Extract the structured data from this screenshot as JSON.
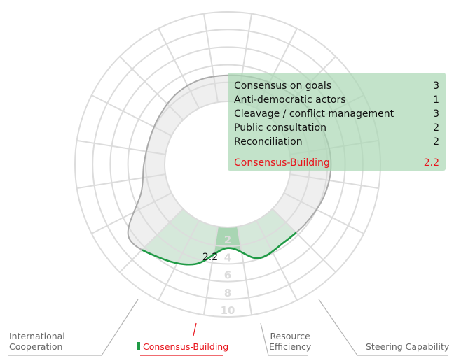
{
  "chart_data": {
    "type": "radial-area",
    "ring_ticks": [
      "2",
      "4",
      "6",
      "8",
      "10"
    ],
    "rlim": [
      0,
      10
    ],
    "highlighted_category": "Consensus-Building",
    "hover_value_label": "2.2",
    "sector_values": [
      3.6,
      3.9,
      2.2,
      4.6,
      5.8,
      6.6,
      3.0,
      2.2,
      2.0,
      2.2,
      2.6,
      2.8,
      2.8,
      3.0,
      3.3,
      3.8,
      4.2,
      4.4,
      4.2,
      3.8
    ],
    "highlighted_sectors": [
      0,
      1,
      2,
      3,
      4
    ],
    "hovered_sector": 2,
    "categories": [
      {
        "label_line1": "International",
        "label_line2": "Cooperation"
      },
      {
        "label": "Consensus-Building"
      },
      {
        "label_line1": "Resource",
        "label_line2": "Efficiency"
      },
      {
        "label": "Steering Capability"
      }
    ],
    "tooltip": {
      "rows": [
        {
          "name": "Consensus on goals",
          "value": "3"
        },
        {
          "name": "Anti-democratic actors",
          "value": "1"
        },
        {
          "name": "Cleavage / conflict management",
          "value": "3"
        },
        {
          "name": "Public consultation",
          "value": "2"
        },
        {
          "name": "Reconciliation",
          "value": "2"
        }
      ],
      "summary": {
        "name": "Consensus-Building",
        "value": "2.2"
      }
    },
    "colors": {
      "grey_fill": "#efefef",
      "grey_line": "#aaaaaa",
      "green_fill": "#d5e8da",
      "green_dark": "#a9d5b3",
      "green_line": "#1f9a45",
      "highlight_text": "#e8131b"
    }
  }
}
